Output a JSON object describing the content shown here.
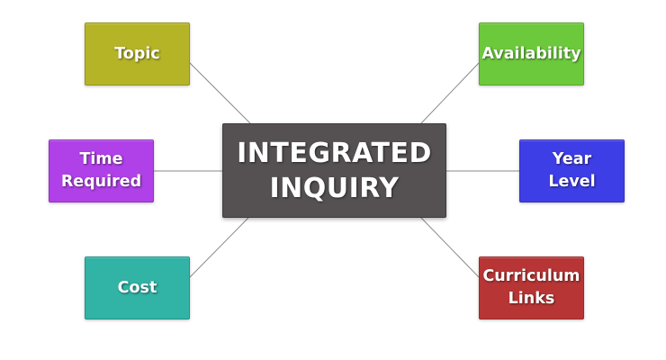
{
  "diagram": {
    "center": {
      "label": "INTEGRATED\nINQUIRY",
      "color": "#555152"
    },
    "nodes": [
      {
        "id": "topic",
        "label": "Topic",
        "color": "#b5b427"
      },
      {
        "id": "time",
        "label": "Time\nRequired",
        "color": "#b040e8"
      },
      {
        "id": "cost",
        "label": "Cost",
        "color": "#31b3a6"
      },
      {
        "id": "availability",
        "label": "Availability",
        "color": "#6cc93b"
      },
      {
        "id": "year",
        "label": "Year\nLevel",
        "color": "#3e3ee6"
      },
      {
        "id": "curriculum",
        "label": "Curriculum\nLinks",
        "color": "#b83535"
      }
    ],
    "connector_color": "#8a8a8a"
  }
}
